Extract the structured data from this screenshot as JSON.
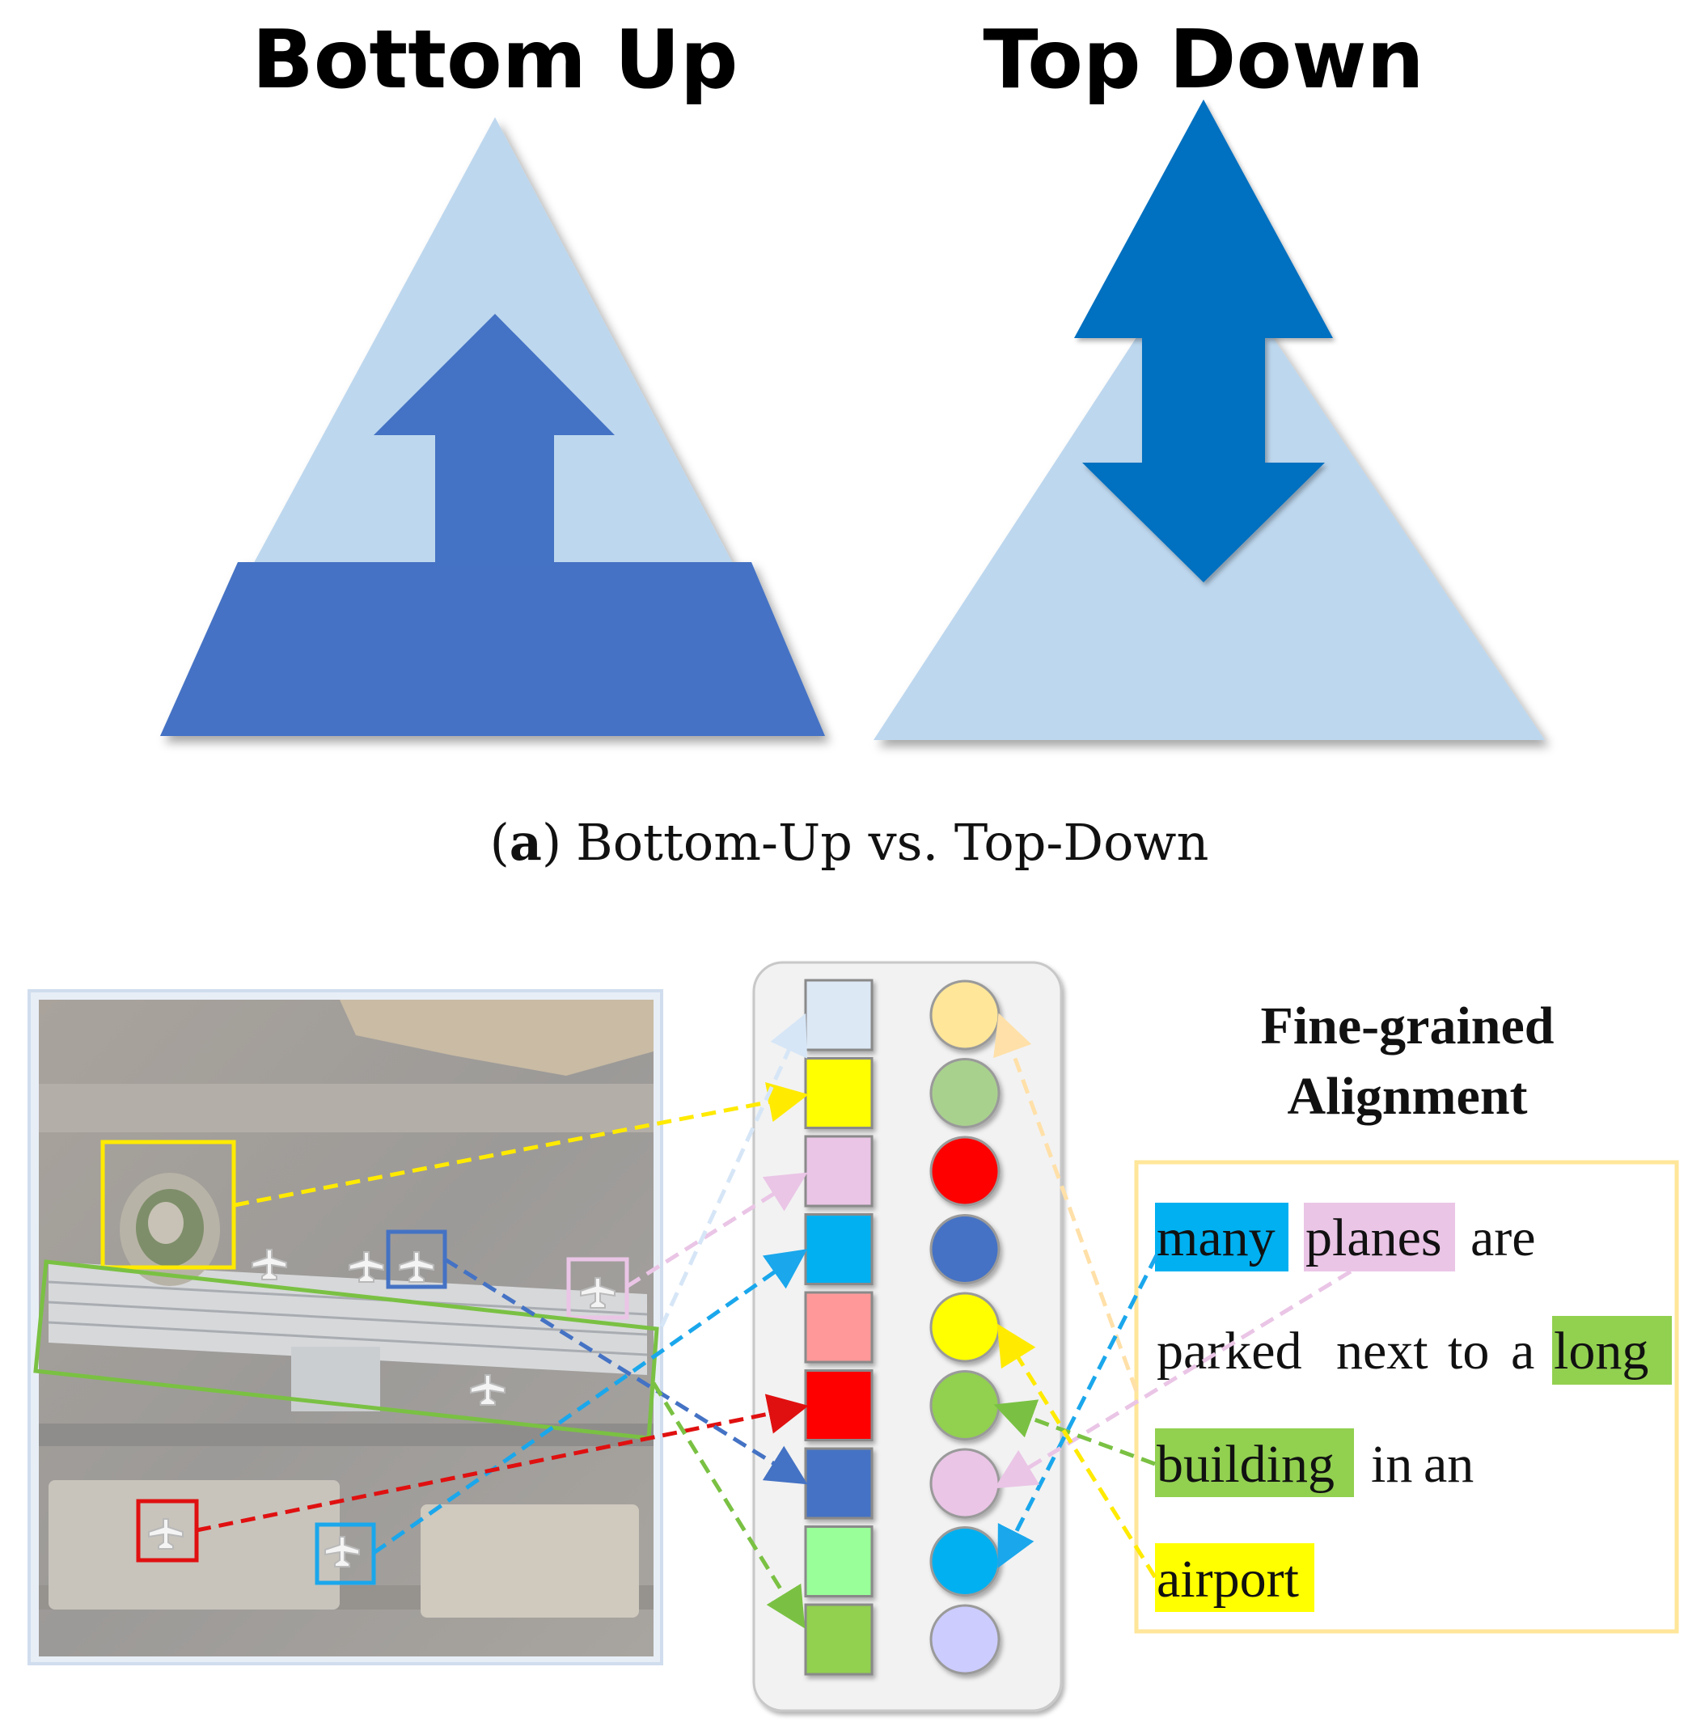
{
  "panel_a": {
    "title_left": "Bottom Up",
    "title_right": "Top Down",
    "caption_label": "a",
    "caption_open": "(",
    "caption_close": ")",
    "caption_text": "Bottom-Up vs. Top-Down"
  },
  "panel_b": {
    "heading_line1": "Fine-grained",
    "heading_line2": "Alignment",
    "sentence": [
      {
        "text": "many",
        "highlight": "#00B0F0"
      },
      {
        "text": "planes",
        "highlight": "#EAC5E6"
      },
      {
        "text": "are",
        "highlight": null
      },
      {
        "text": "parked",
        "highlight": null
      },
      {
        "text": "next",
        "highlight": null
      },
      {
        "text": "to",
        "highlight": null
      },
      {
        "text": "a",
        "highlight": null
      },
      {
        "text": "long",
        "highlight": "#92D050"
      },
      {
        "text": "building",
        "highlight": "#92D050"
      },
      {
        "text": "in",
        "highlight": null
      },
      {
        "text": "an",
        "highlight": null
      },
      {
        "text": "airport",
        "highlight": "#FFFF00"
      }
    ],
    "image_regions": [
      {
        "name": "yellow-box",
        "color": "#FFEA00"
      },
      {
        "name": "blue-box",
        "color": "#4472C4"
      },
      {
        "name": "pink-box",
        "color": "#EAC5E6"
      },
      {
        "name": "green-box",
        "color": "#7AC143"
      },
      {
        "name": "red-box",
        "color": "#E01010"
      },
      {
        "name": "cyan-box",
        "color": "#1AA7EC"
      }
    ],
    "square_colors": [
      "#DDE8F5",
      "#FFFF00",
      "#EAC5E6",
      "#00B0F0",
      "#FF9999",
      "#FF0000",
      "#4472C4",
      "#99FF99",
      "#92D050"
    ],
    "circle_colors": [
      "#FFE699",
      "#A9D18E",
      "#FF0000",
      "#4472C4",
      "#FFFF00",
      "#92D050",
      "#EAC5E6",
      "#00B0F0",
      "#CCCCFF"
    ]
  },
  "colors": {
    "light_blue": "#BDD7EE",
    "medium_blue": "#4472C4",
    "dark_blue": "#0070C0",
    "panel_gray": "#F2F2F2",
    "alignment_border": "#FFE699"
  }
}
